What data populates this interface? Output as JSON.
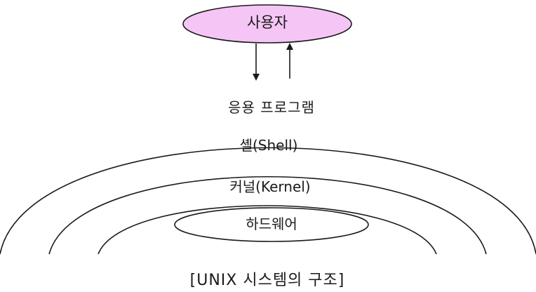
{
  "diagram": {
    "user": "사용자",
    "application_program": "응용 프로그램",
    "shell": "셸(Shell)",
    "kernel": "커널(Kernel)",
    "hardware": "하드웨어"
  },
  "caption": "[UNIX 시스템의 구조]",
  "colors": {
    "user_fill": "#f5c6f5",
    "stroke": "#1a1a1a"
  }
}
